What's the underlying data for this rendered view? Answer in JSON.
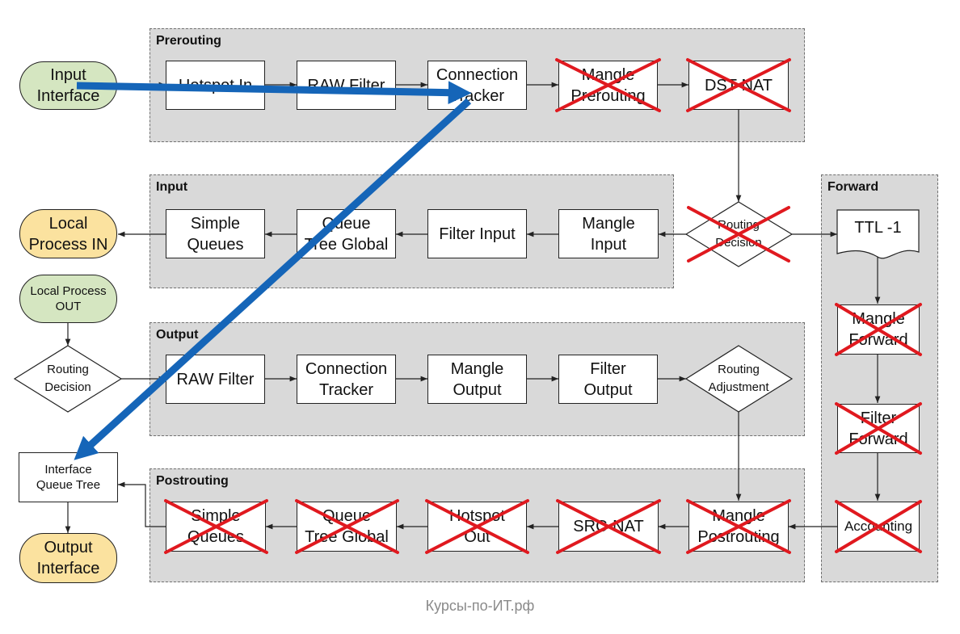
{
  "groups": {
    "prerouting": "Prerouting",
    "input": "Input",
    "forward": "Forward",
    "output": "Output",
    "postrouting": "Postrouting"
  },
  "terminals": {
    "input_interface": "Input\nInterface",
    "local_process_in": "Local\nProcess IN",
    "local_process_out": "Local Process\nOUT",
    "output_interface": "Output\nInterface"
  },
  "prerouting": {
    "hotspot_in": "Hotspot In",
    "raw_filter": "RAW Filter",
    "connection_tracker": "Connection\nTracker",
    "mangle_prerouting": "Mangle\nPrerouting",
    "dst_nat": "DST-NAT"
  },
  "input": {
    "simple_queues": "Simple\nQueues",
    "queue_tree_global": "Queue\nTree Global",
    "filter_input": "Filter Input",
    "mangle_input": "Mangle\nInput"
  },
  "output": {
    "raw_filter": "RAW Filter",
    "connection_tracker": "Connection\nTracker",
    "mangle_output": "Mangle\nOutput",
    "filter_output": "Filter\nOutput",
    "routing_adjustment": "Routing\nAdjustment"
  },
  "postrouting": {
    "simple_queues": "Simple\nQueues",
    "queue_tree_global": "Queue\nTree Global",
    "hotspot_out": "Hotspot\nOut",
    "src_nat": "SRC-NAT",
    "mangle_postrouting": "Mangle\nPostrouting"
  },
  "forward": {
    "ttl": "TTL -1",
    "mangle_forward": "Mangle\nForward",
    "filter_forward": "Filter\nForward",
    "accounting": "Accounting"
  },
  "decisions": {
    "routing_decision_main": "Routing\nDecision",
    "routing_decision_out": "Routing\nDecision"
  },
  "interface_queue_tree": "Interface\nQueue Tree",
  "footer": "Курсы-по-ИТ.рф",
  "colors": {
    "group_fill": "#d9d9d9",
    "green_terminal": "#d5e6c1",
    "yellow_terminal": "#fbe29f",
    "cross": "#e0191f",
    "path_arrow": "#1565b8"
  }
}
